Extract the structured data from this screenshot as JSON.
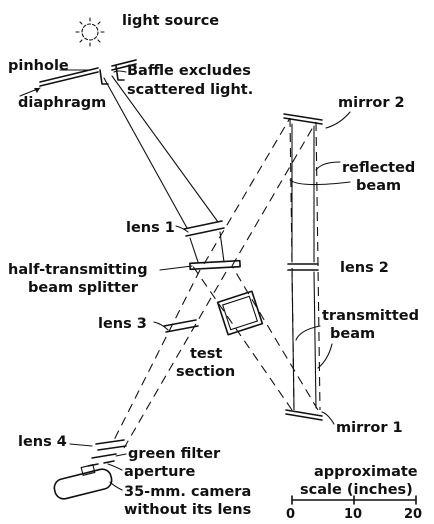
{
  "labels": {
    "light_source": "light source",
    "pinhole": "pinhole",
    "baffle_line1": "Baffle excludes",
    "baffle_line2": "scattered light.",
    "diaphragm": "diaphragm",
    "mirror2": "mirror 2",
    "reflected_line1": "reflected",
    "reflected_line2": "beam",
    "lens1": "lens 1",
    "beam_splitter_line1": "half-transmitting",
    "beam_splitter_line2": "beam splitter",
    "lens2": "lens 2",
    "lens3": "lens 3",
    "transmitted_line1": "transmitted",
    "transmitted_line2": "beam",
    "test_section_line1": "test",
    "test_section_line2": "section",
    "lens4": "lens 4",
    "green_filter": "green filter",
    "aperture": "aperture",
    "mirror1": "mirror 1",
    "camera_line1": "35-mm. camera",
    "camera_line2": "without its lens",
    "scale_line1": "approximate",
    "scale_line2": "scale (inches)"
  },
  "scale": {
    "ticks": [
      "0",
      "10",
      "20"
    ]
  }
}
